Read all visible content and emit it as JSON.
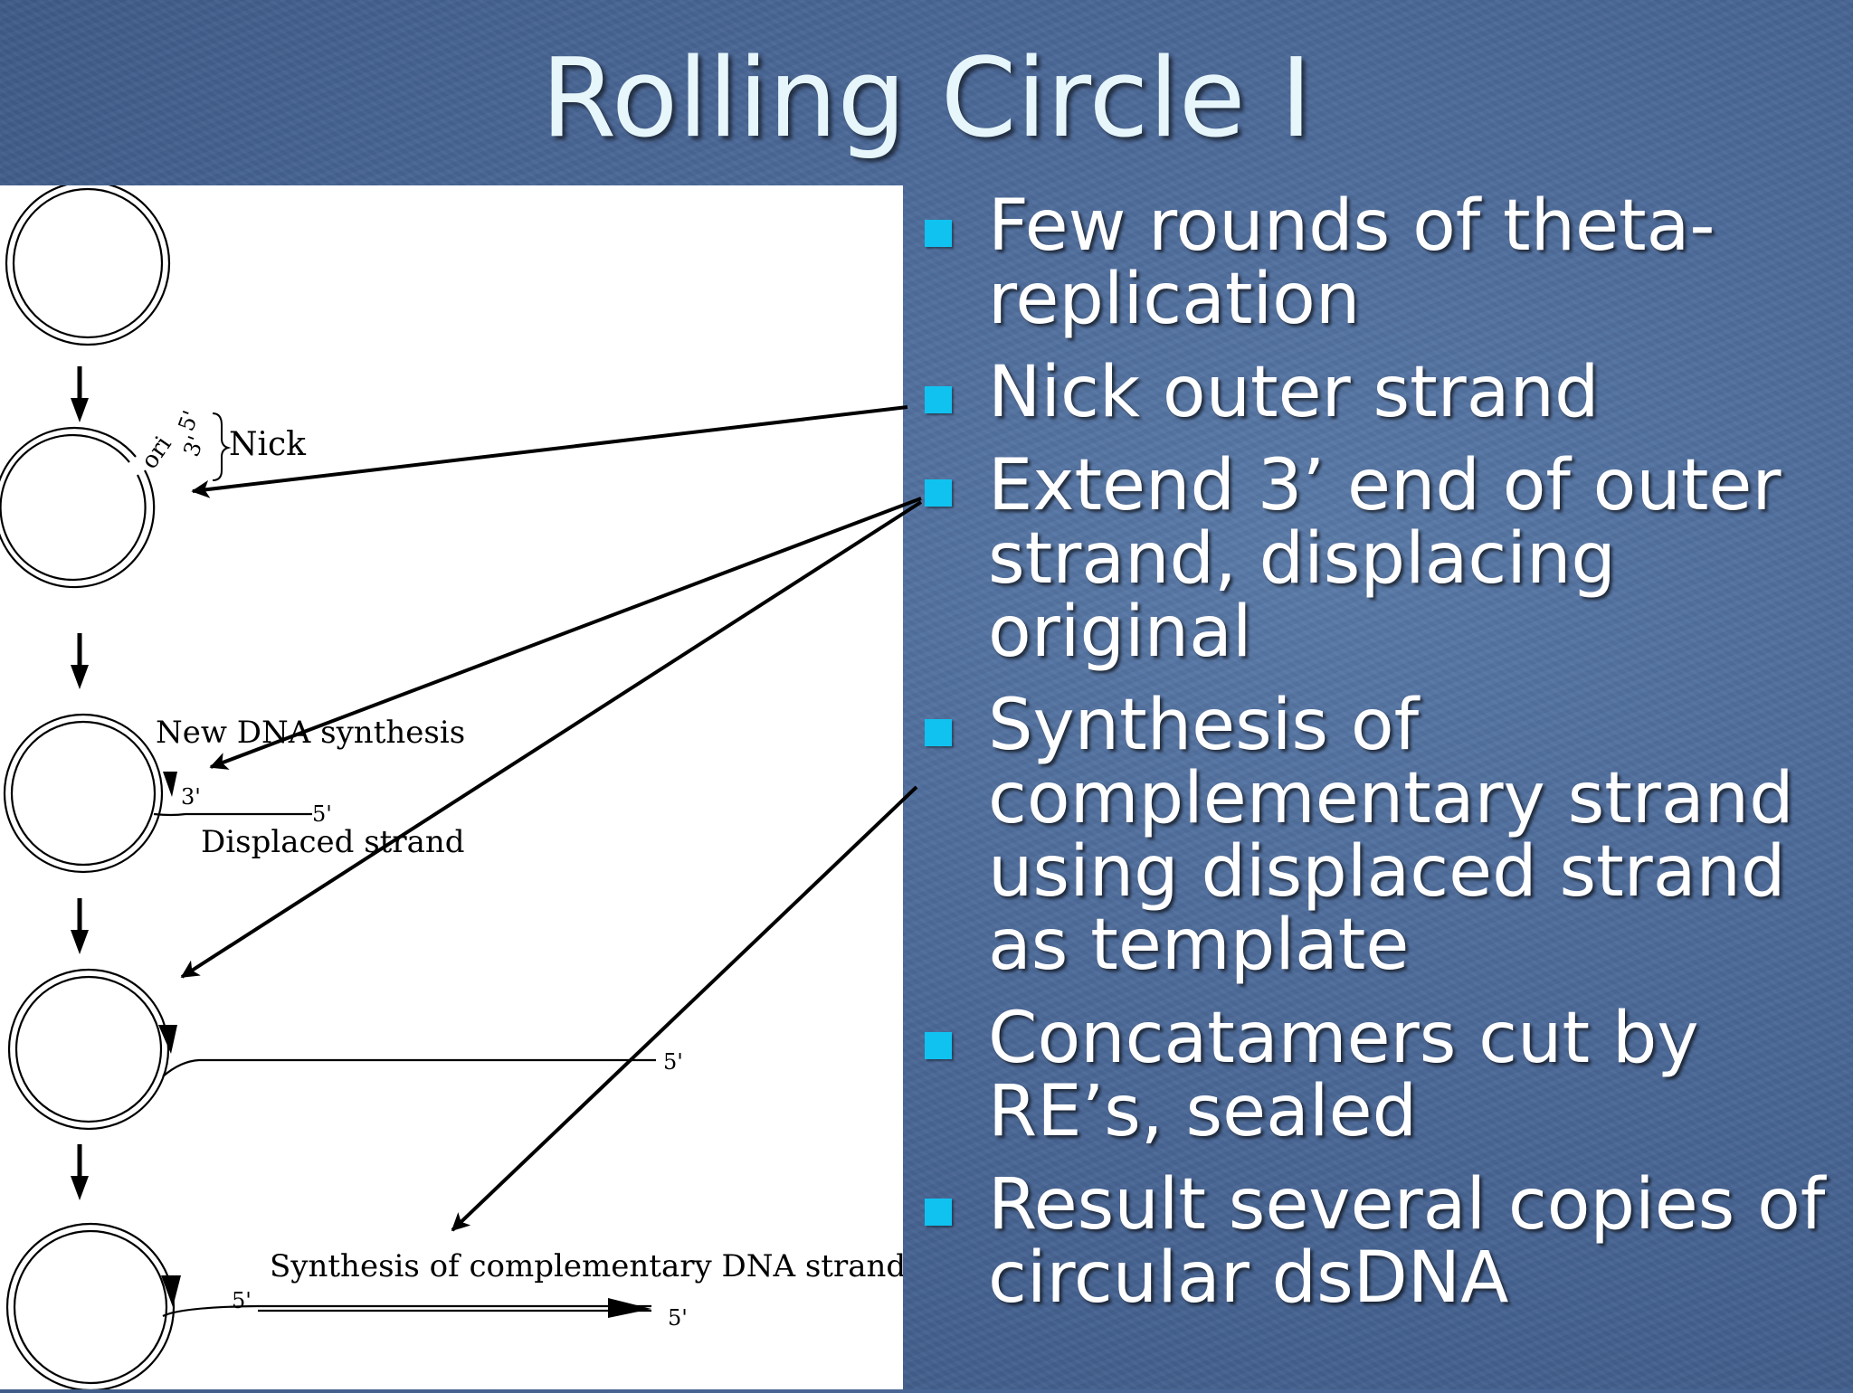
{
  "slide": {
    "title": "Rolling Circle I"
  },
  "bullets": [
    {
      "text": "Few rounds of theta-replication"
    },
    {
      "text": "Nick outer strand"
    },
    {
      "text": "Extend 3’ end of outer strand, displacing original"
    },
    {
      "text": "Synthesis of complementary strand using displaced strand as template"
    },
    {
      "text": "Concatamers cut by RE’s, sealed"
    },
    {
      "text": "Result several copies of circular dsDNA"
    }
  ],
  "figure": {
    "labels": {
      "nick": "Nick",
      "ori": "ori",
      "nick_5": "5'",
      "nick_3": "3'",
      "new_dna": "New DNA synthesis",
      "three_prime": "3'",
      "five_prime_1": "5'",
      "displaced": "Displaced strand",
      "five_prime_2": "5'",
      "synthesis": "Synthesis of complementary DNA strand",
      "five_prime_3a": "5'",
      "five_prime_3b": "5'"
    }
  },
  "colors": {
    "bullet": "#10c2f0",
    "title_text": "#e6f6fb",
    "body_text": "#ffffff"
  }
}
